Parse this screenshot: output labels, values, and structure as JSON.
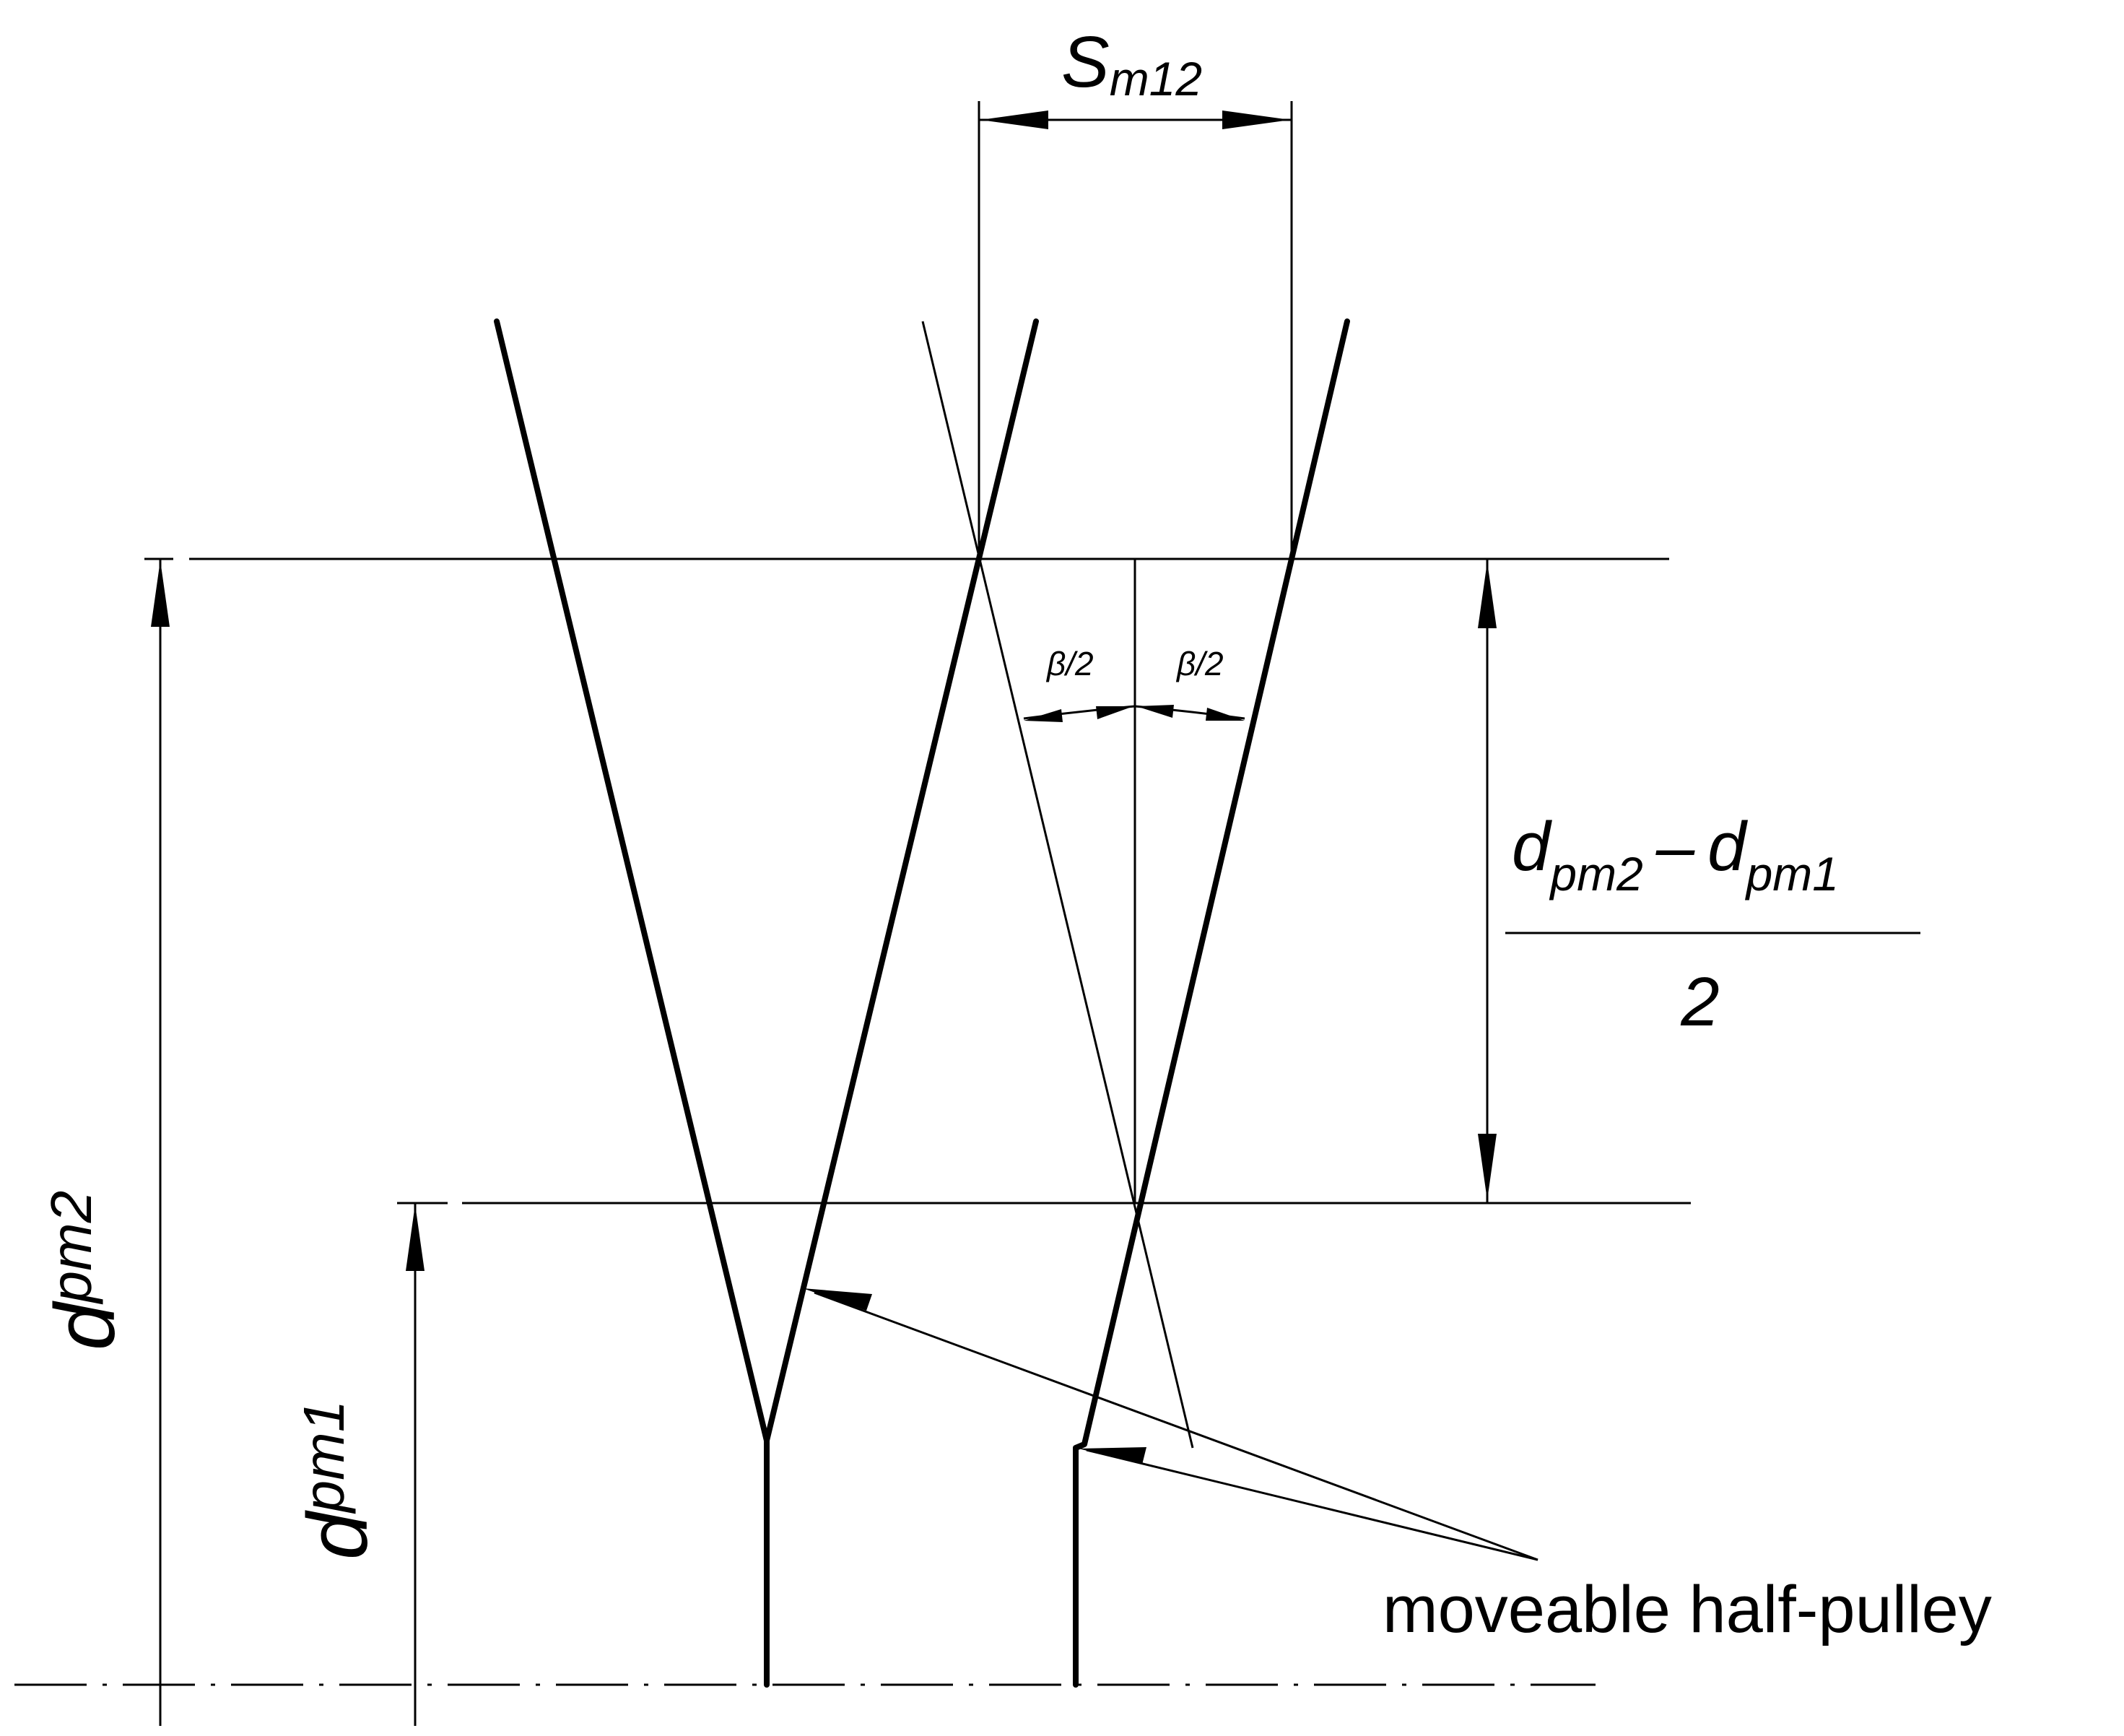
{
  "diagram": {
    "labels": {
      "sm12_main": "S",
      "sm12_sub": "m12",
      "beta_left": "β/2",
      "beta_right": "β/2",
      "frac_d1_main": "d",
      "frac_d1_sub": "pm2",
      "frac_minus": "–",
      "frac_d2_main": "d",
      "frac_d2_sub": "pm1",
      "frac_den": "2",
      "dpm2_main": "d",
      "dpm2_sub": "pm2",
      "dpm1_main": "d",
      "dpm1_sub": "pm1",
      "callout": "moveable half-pulley"
    },
    "colors": {
      "ink": "#000000",
      "background": "#ffffff"
    }
  }
}
